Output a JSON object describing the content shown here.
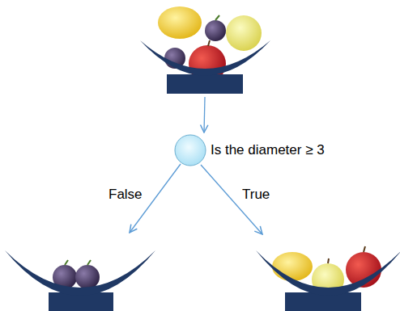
{
  "diagram": {
    "nodes": [
      {
        "text": [
          "Is the diameter ≥ 3"
        ]
      }
    ],
    "labels": [
      "False",
      "True"
    ]
  }
}
